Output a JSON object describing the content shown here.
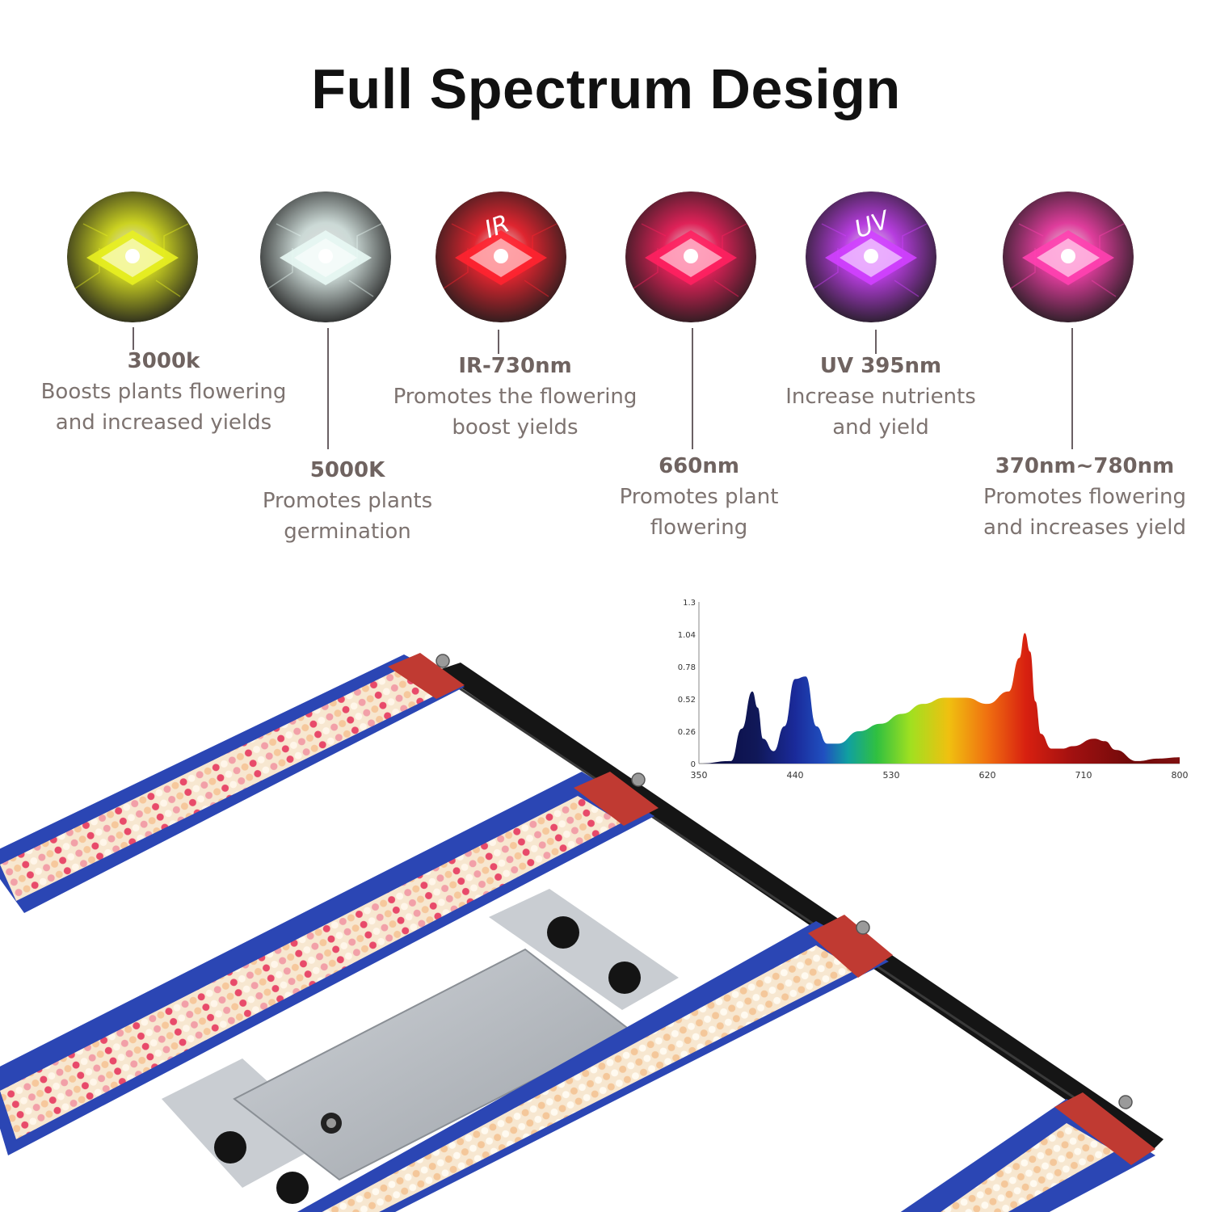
{
  "title": "Full Spectrum Design",
  "features": [
    {
      "name": "3000k",
      "desc": "Boosts plants flowering\nand increased yields",
      "color": "#e8f020",
      "icon": "led-chip-yellow-icon"
    },
    {
      "name": "5000K",
      "desc": "Promotes plants\ngermination",
      "color": "#e8f8f4",
      "icon": "led-chip-white-icon"
    },
    {
      "name": "IR-730nm",
      "desc": "Promotes the flowering\nboost yields",
      "color": "#ff2430",
      "icon": "led-chip-ir-icon",
      "chip_label": "IR"
    },
    {
      "name": "660nm",
      "desc": "Promotes plant\nflowering",
      "color": "#ff2060",
      "icon": "led-chip-red-icon"
    },
    {
      "name": "UV 395nm",
      "desc": "Increase nutrients\nand yield",
      "color": "#d040ff",
      "icon": "led-chip-uv-icon",
      "chip_label": "UV"
    },
    {
      "name": "370nm~780nm",
      "desc": "Promotes flowering\nand increases yield",
      "color": "#ff40b0",
      "icon": "led-chip-fullspectrum-icon"
    }
  ],
  "chart_data": {
    "type": "area",
    "title": "",
    "xlabel": "",
    "ylabel": "",
    "xlim": [
      350,
      800
    ],
    "ylim": [
      0,
      1.3
    ],
    "x_ticks": [
      "350",
      "440",
      "530",
      "620",
      "710",
      "800"
    ],
    "y_ticks": [
      "0",
      "0.26",
      "0.52",
      "0.78",
      "1.04",
      "1.3"
    ],
    "x": [
      350,
      380,
      390,
      400,
      405,
      410,
      420,
      430,
      440,
      450,
      460,
      470,
      480,
      500,
      520,
      540,
      560,
      580,
      600,
      620,
      640,
      650,
      655,
      660,
      665,
      670,
      680,
      690,
      700,
      720,
      730,
      740,
      760,
      780,
      800
    ],
    "values": [
      0,
      0.02,
      0.28,
      0.58,
      0.45,
      0.2,
      0.1,
      0.3,
      0.68,
      0.7,
      0.3,
      0.16,
      0.16,
      0.26,
      0.32,
      0.4,
      0.48,
      0.53,
      0.53,
      0.48,
      0.58,
      0.85,
      1.05,
      0.9,
      0.5,
      0.24,
      0.12,
      0.12,
      0.14,
      0.2,
      0.18,
      0.11,
      0.02,
      0.04,
      0.05
    ],
    "grid": false
  },
  "colors": {
    "bar_frame": "#2b46b4",
    "end_cap": "#c03a32",
    "rail": "#151515",
    "driver": "#b8bcc2"
  }
}
